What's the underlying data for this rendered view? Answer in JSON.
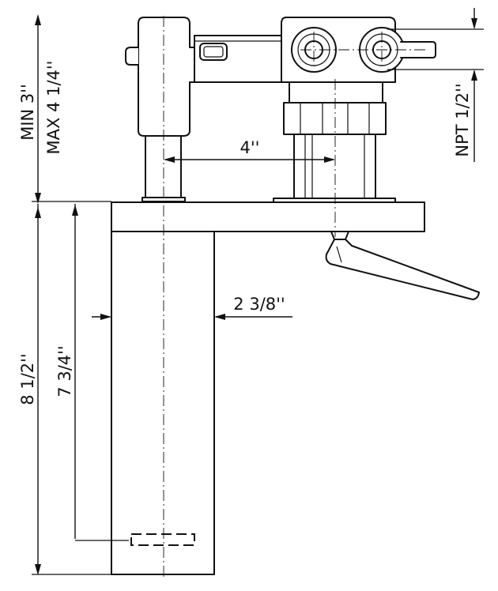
{
  "dimensions": {
    "height_adjust_min": "MIN 3''",
    "height_adjust_max": "MAX 4 1/4''",
    "inlet_thread": "NPT 1/2''",
    "center_distance": "4''",
    "body_width": "2 3/8''",
    "body_length": "8 1/2''",
    "insertion_depth": "7 3/4''"
  }
}
